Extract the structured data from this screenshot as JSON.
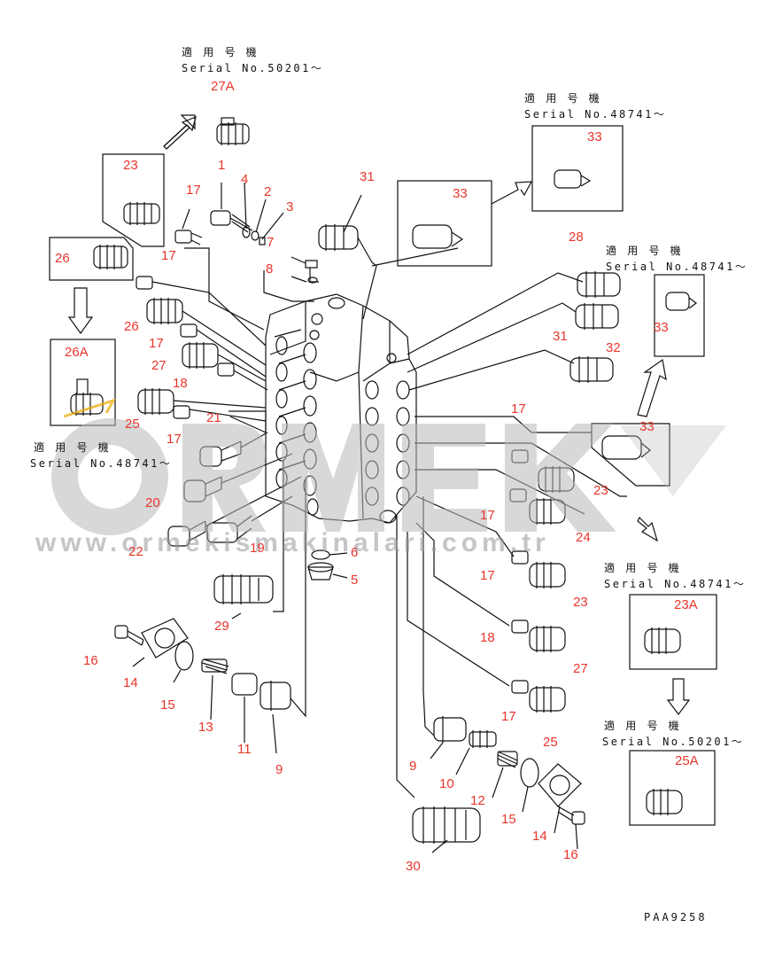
{
  "serial_labels": {
    "top_left": {
      "title": "適 用 号 機",
      "serial": "Serial No.50201〜"
    },
    "top_right": {
      "title": "適 用 号 機",
      "serial": "Serial No.48741〜"
    },
    "right_upper": {
      "title": "適 用 号 機",
      "serial": "Serial No.48741〜"
    },
    "left_mid": {
      "title": "適 用 号 機",
      "serial": "Serial No.48741〜"
    },
    "right_mid": {
      "title": "適 用 号 機",
      "serial": "Serial No.48741〜"
    },
    "right_lower": {
      "title": "適 用 号 機",
      "serial": "Serial No.50201〜"
    }
  },
  "callouts": {
    "c27A": "27A",
    "c23box": "23",
    "c1": "1",
    "c4": "4",
    "c2": "2",
    "c3": "3",
    "c7": "7",
    "c17a": "17",
    "c17b": "17",
    "c31top": "31",
    "c33boxA": "33",
    "c33boxB": "33",
    "c26box": "26",
    "c8": "8",
    "c26": "26",
    "c17c": "17",
    "c27": "27",
    "c18": "18",
    "c26A": "26A",
    "c25": "25",
    "c17d": "17",
    "c21": "21",
    "c20": "20",
    "c22": "22",
    "c19": "19",
    "c6": "6",
    "c5": "5",
    "c29": "29",
    "c16a": "16",
    "c14a": "14",
    "c15a": "15",
    "c13": "13",
    "c11": "11",
    "c9a": "9",
    "c28": "28",
    "c31r": "31",
    "c32": "32",
    "c33boxC": "33",
    "c33r": "33",
    "c17e": "17",
    "c23r": "23",
    "c17f": "17",
    "c24": "24",
    "c17g": "17",
    "c23r2": "23",
    "c23A": "23A",
    "c18r": "18",
    "c27r": "27",
    "c17h": "17",
    "c25r": "25",
    "c9b": "9",
    "c10": "10",
    "c12": "12",
    "c15b": "15",
    "c14b": "14",
    "c16b": "16",
    "c30": "30",
    "c25A": "25A"
  },
  "watermark": {
    "brand": "ORMEK",
    "url": "www.ormekismakinalari.com.tr"
  },
  "doc_number": "PAA9258"
}
